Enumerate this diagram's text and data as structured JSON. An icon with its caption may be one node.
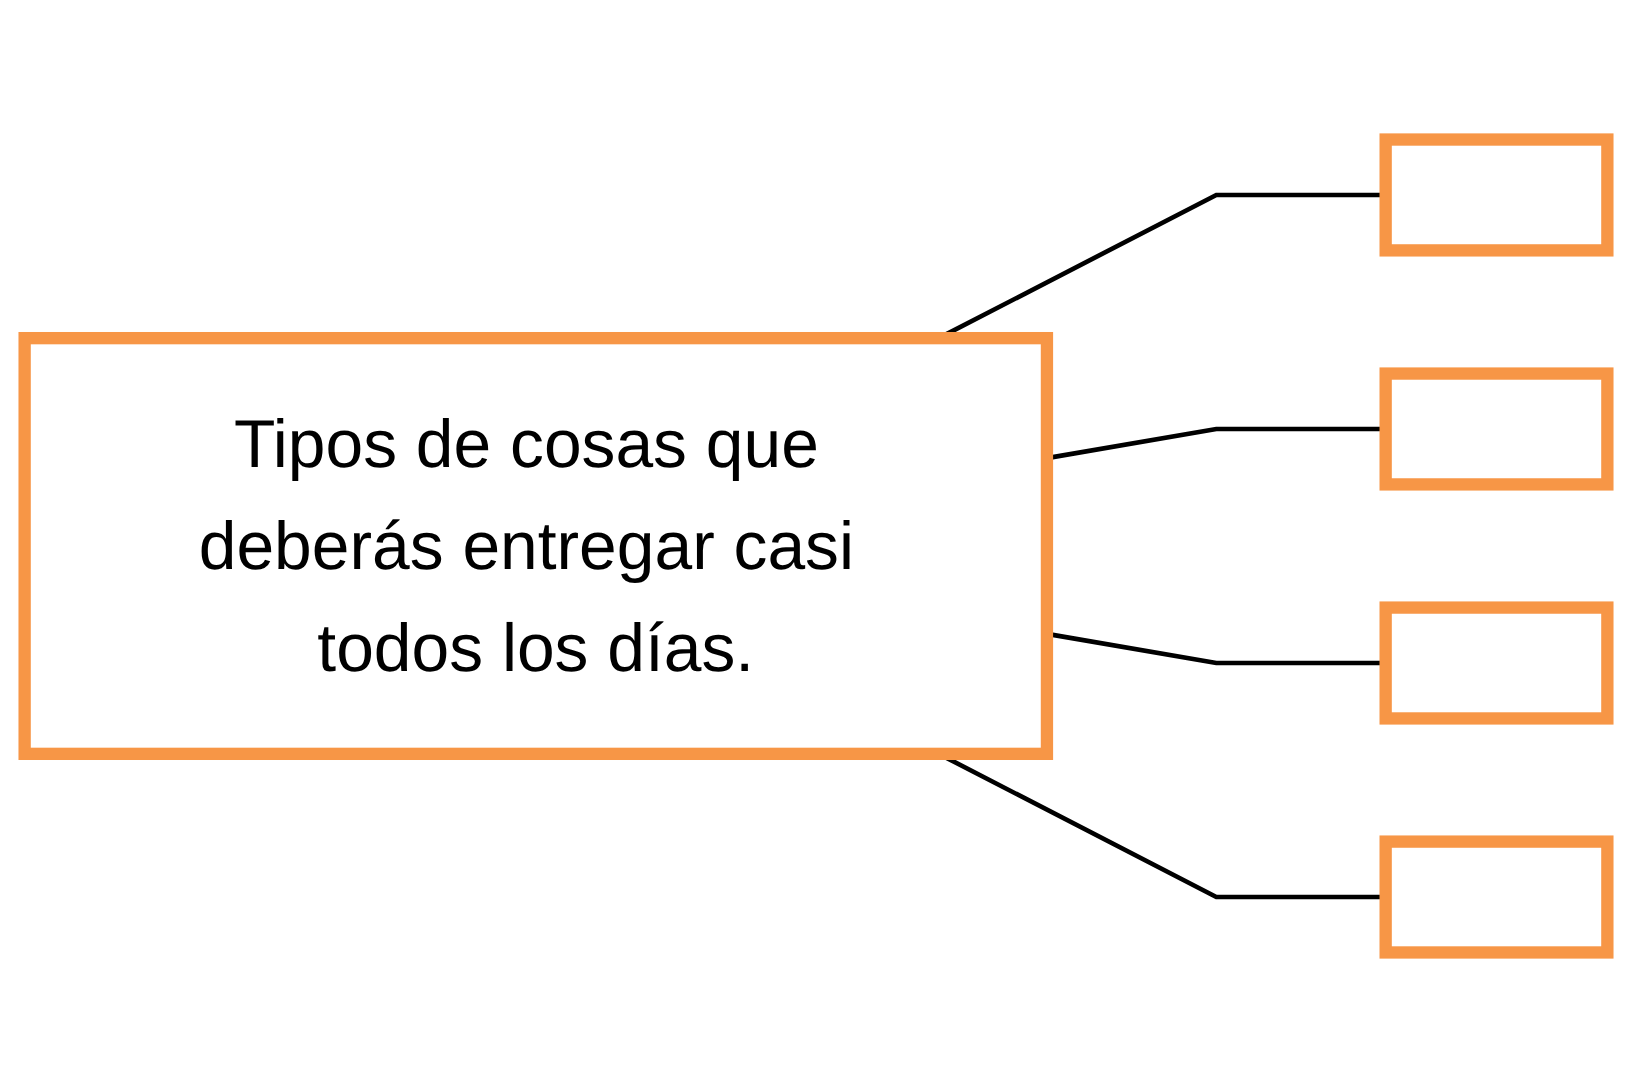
{
  "diagram": {
    "nodes": [
      {
        "text": [
          "Tipos de cosas que deberás entregar casi todos los días."
        ]
      },
      {
        "text": [],
        "shape": "box"
      },
      {
        "text": [],
        "shape": "box"
      },
      {
        "text": [],
        "shape": "box"
      },
      {
        "text": [],
        "shape": "box"
      }
    ],
    "edges": [
      {
        "from": 0,
        "to": 1,
        "arrow": "none"
      },
      {
        "from": 0,
        "to": 2,
        "arrow": "none"
      },
      {
        "from": 0,
        "to": 3,
        "arrow": "none"
      },
      {
        "from": 0,
        "to": 4,
        "arrow": "none"
      }
    ]
  }
}
